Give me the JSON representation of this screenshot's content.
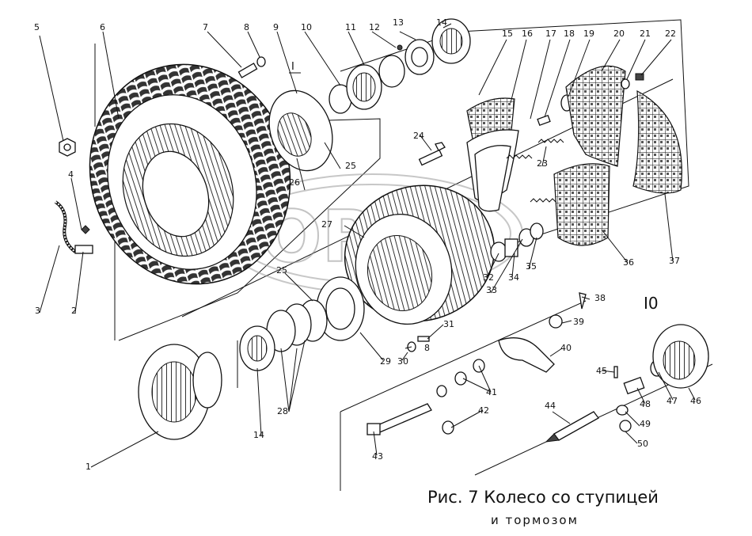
{
  "figure": {
    "caption_line1": "Рис. 7 Колесо со ступицей",
    "caption_line2": "и тормозом",
    "view_label": "I0",
    "detail_label": "I",
    "watermark": "OREF"
  },
  "part_labels": [
    "5",
    "6",
    "7",
    "8",
    "9",
    "10",
    "11",
    "12",
    "13",
    "14",
    "15",
    "16",
    "17",
    "18",
    "19",
    "20",
    "21",
    "22",
    "4",
    "3",
    "2",
    "24",
    "25",
    "26",
    "23",
    "27",
    "25",
    "32",
    "34",
    "33",
    "35",
    "36",
    "37",
    "31",
    "8",
    "30",
    "29",
    "28",
    "14",
    "1",
    "38",
    "39",
    "40",
    "41",
    "42",
    "43",
    "44",
    "45",
    "48",
    "49",
    "50",
    "47",
    "46"
  ]
}
